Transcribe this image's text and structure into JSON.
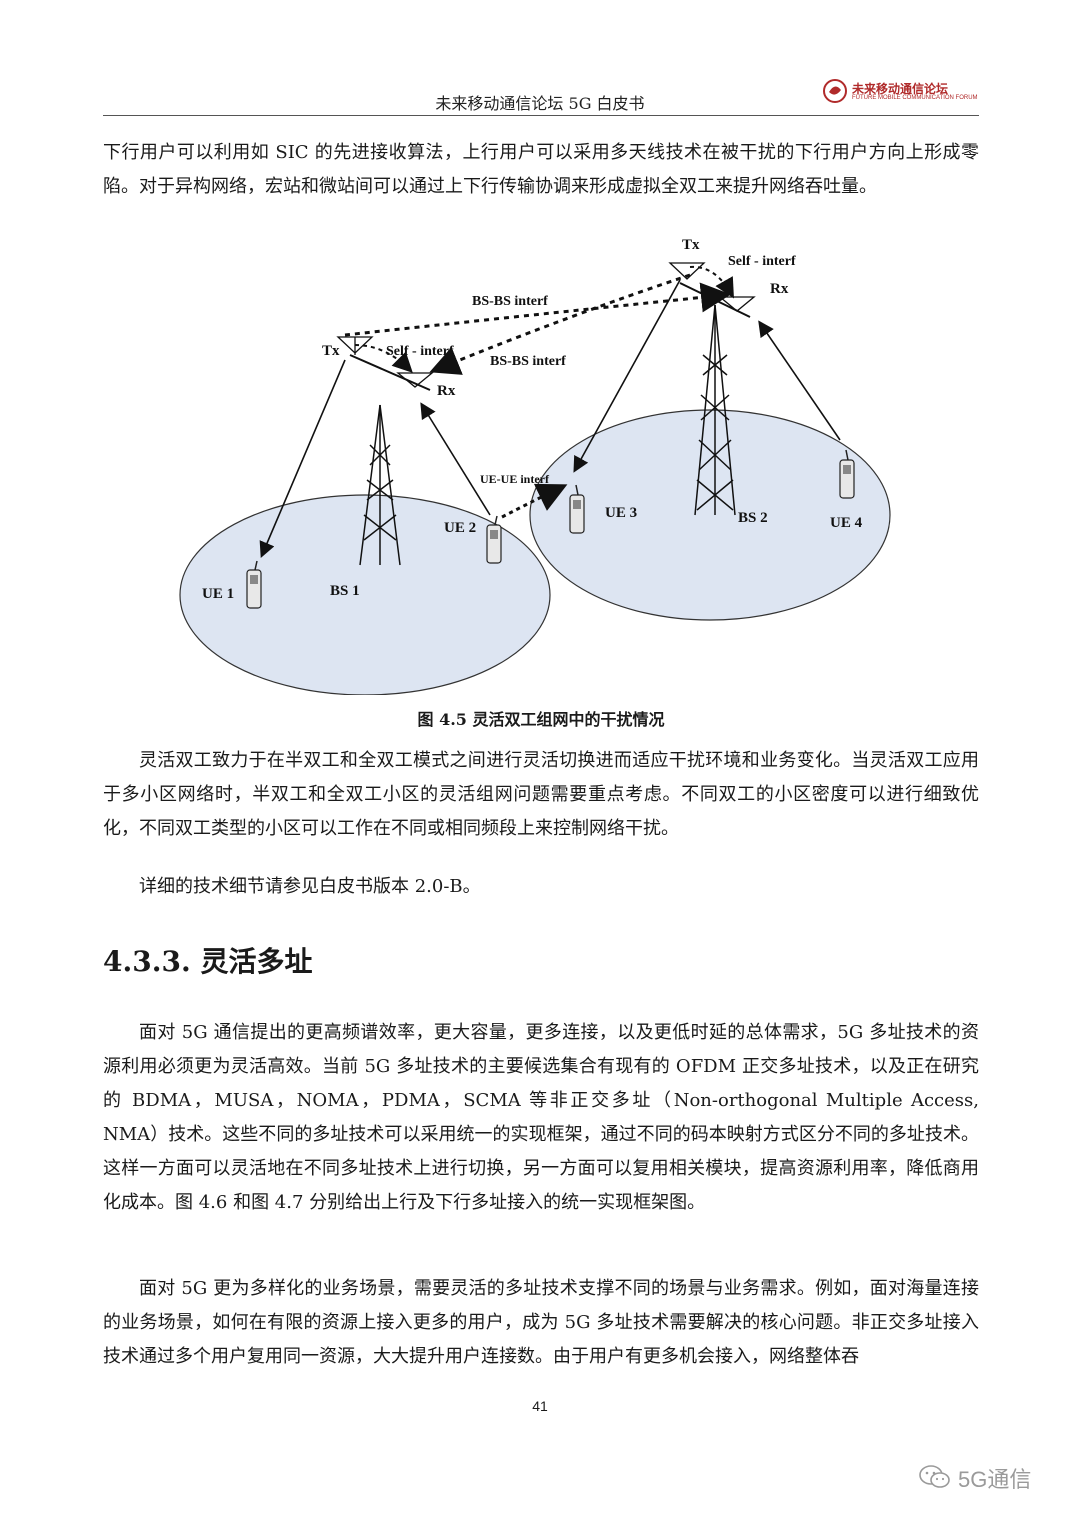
{
  "header": {
    "title": "未来移动通信论坛 5G 白皮书",
    "logo_text": "未来移动通信论坛",
    "logo_sub": "FUTURE MOBILE COMMUNICATION FORUM"
  },
  "paragraphs": {
    "p1": "下行用户可以利用如 SIC 的先进接收算法，上行用户可以采用多天线技术在被干扰的下行用户方向上形成零陷。对于异构网络，宏站和微站间可以通过上下行传输协调来形成虚拟全双工来提升网络吞吐量。",
    "p2": "灵活双工致力于在半双工和全双工模式之间进行灵活切换进而适应干扰环境和业务变化。当灵活双工应用于多小区网络时，半双工和全双工小区的灵活组网问题需要重点考虑。不同双工的小区密度可以进行细致优化，不同双工类型的小区可以工作在不同或相同频段上来控制网络干扰。",
    "p3": "详细的技术细节请参见白皮书版本 2.0-B。",
    "p4": "面对 5G 通信提出的更高频谱效率，更大容量，更多连接，以及更低时延的总体需求，5G 多址技术的资源利用必须更为灵活高效。当前 5G 多址技术的主要候选集合有现有的 OFDM 正交多址技术，以及正在研究的 BDMA，MUSA，NOMA，PDMA，SCMA 等非正交多址（Non-orthogonal Multiple Access, NMA）技术。这些不同的多址技术可以采用统一的实现框架，通过不同的码本映射方式区分不同的多址技术。这样一方面可以灵活地在不同多址技术上进行切换，另一方面可以复用相关模块，提高资源利用率，降低商用化成本。图 4.6 和图 4.7 分别给出上行及下行多址接入的统一实现框架图。",
    "p5": "面对 5G 更为多样化的业务场景，需要灵活的多址技术支撑不同的场景与业务需求。例如，面对海量连接的业务场景，如何在有限的资源上接入更多的用户，成为 5G 多址技术需要解决的核心问题。非正交多址接入技术通过多个用户复用同一资源，大大提升用户连接数。由于用户有更多机会接入，网络整体吞"
  },
  "figure": {
    "caption": "图 4.5 灵活双工组网中的干扰情况",
    "labels": {
      "tx1": "Tx",
      "rx1": "Rx",
      "self1": "Self - interf",
      "tx2": "Tx",
      "rx2": "Rx",
      "self2": "Self - interf",
      "bsbs1": "BS-BS interf",
      "bsbs2": "BS-BS interf",
      "ueue": "UE-UE interf",
      "ue1": "UE 1",
      "ue2": "UE 2",
      "ue3": "UE 3",
      "ue4": "UE 4",
      "bs1": "BS 1",
      "bs2": "BS 2"
    },
    "colors": {
      "cell_fill": "#dde5f2",
      "line": "#111111"
    }
  },
  "section": {
    "heading": "4.3.3. 灵活多址"
  },
  "page_number": "41",
  "watermark": {
    "text": "5G通信"
  }
}
